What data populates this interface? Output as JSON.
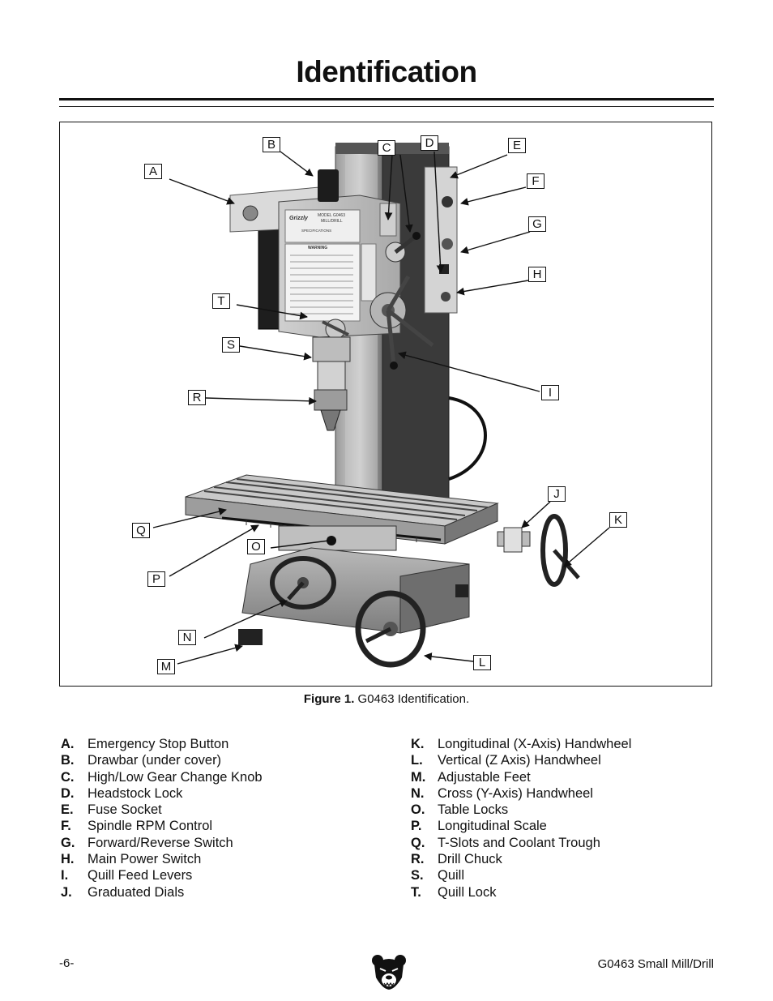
{
  "page": {
    "title": "Identification",
    "page_number": "-6-",
    "model_footer": "G0463 Small Mill/Drill",
    "logo_icon": "grizzly-bear-head-icon"
  },
  "figure": {
    "caption_label": "Figure 1.",
    "caption_text": "G0463 Identification.",
    "callouts": [
      "A",
      "B",
      "C",
      "D",
      "E",
      "F",
      "G",
      "H",
      "I",
      "J",
      "K",
      "L",
      "M",
      "N",
      "O",
      "P",
      "Q",
      "R",
      "S",
      "T"
    ],
    "decal_text": {
      "brand": "Grizzly",
      "model": "MODEL G0463",
      "name": "MILL/DRILL",
      "specs": "SPECIFICATIONS",
      "warning": "WARNING"
    }
  },
  "legend": {
    "left": [
      {
        "key": "A.",
        "text": "Emergency Stop Button"
      },
      {
        "key": "B.",
        "text": "Drawbar (under cover)"
      },
      {
        "key": "C.",
        "text": "High/Low Gear Change Knob"
      },
      {
        "key": "D.",
        "text": "Headstock Lock"
      },
      {
        "key": "E.",
        "text": "Fuse Socket"
      },
      {
        "key": "F.",
        "text": "Spindle RPM Control"
      },
      {
        "key": "G.",
        "text": "Forward/Reverse Switch"
      },
      {
        "key": "H.",
        "text": "Main Power Switch"
      },
      {
        "key": "I.",
        "text": "Quill Feed Levers"
      },
      {
        "key": "J.",
        "text": "Graduated Dials"
      }
    ],
    "right": [
      {
        "key": "K.",
        "text": "Longitudinal (X-Axis) Handwheel"
      },
      {
        "key": "L.",
        "text": "Vertical (Z Axis) Handwheel"
      },
      {
        "key": "M.",
        "text": "Adjustable Feet"
      },
      {
        "key": "N.",
        "text": "Cross (Y-Axis) Handwheel"
      },
      {
        "key": "O.",
        "text": "Table Locks"
      },
      {
        "key": "P.",
        "text": "Longitudinal Scale"
      },
      {
        "key": "Q.",
        "text": "T-Slots and Coolant Trough"
      },
      {
        "key": "R.",
        "text": "Drill Chuck"
      },
      {
        "key": "S.",
        "text": "Quill"
      },
      {
        "key": "T.",
        "text": "Quill Lock"
      }
    ]
  }
}
